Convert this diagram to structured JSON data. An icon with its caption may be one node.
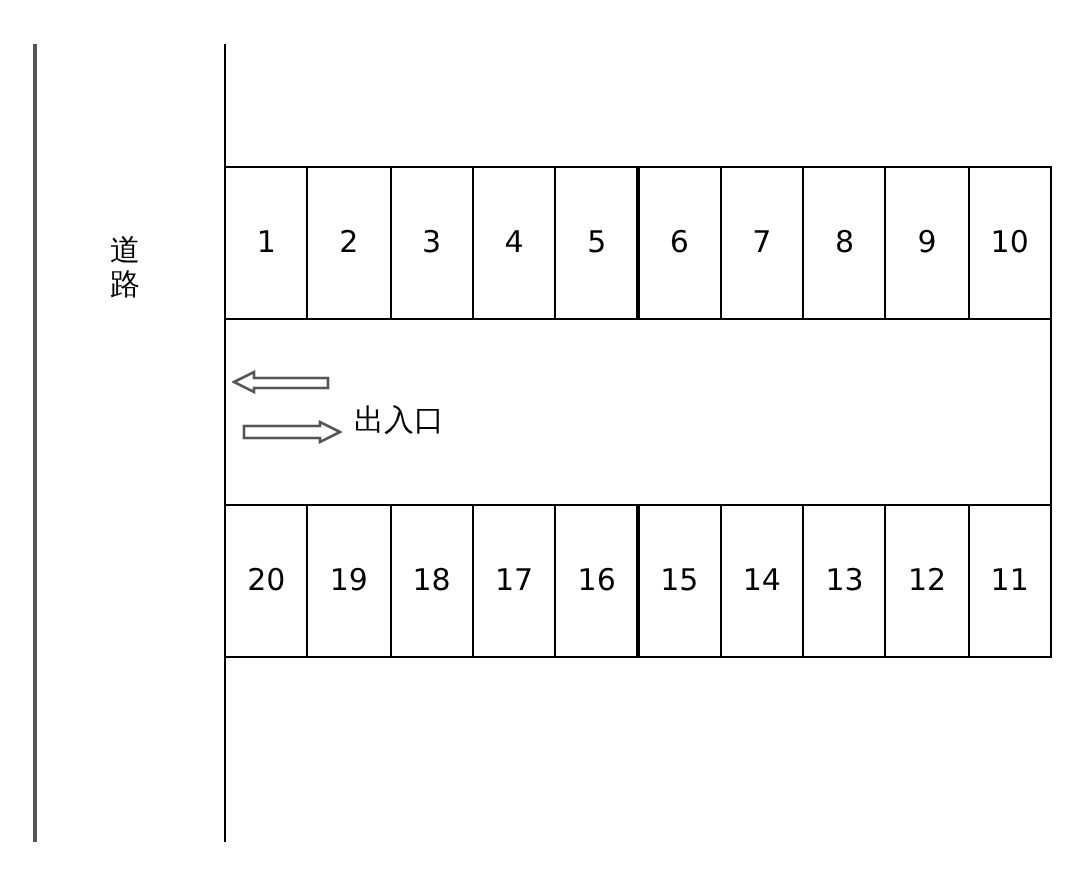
{
  "diagram": {
    "nodes": [
      {
        "text": [
          "1"
        ]
      },
      {
        "text": [
          "2"
        ]
      },
      {
        "text": [
          "3"
        ]
      },
      {
        "text": [
          "4"
        ]
      },
      {
        "text": [
          "5"
        ]
      },
      {
        "text": [
          "6"
        ]
      },
      {
        "text": [
          "7"
        ]
      },
      {
        "text": [
          "8"
        ]
      },
      {
        "text": [
          "9"
        ]
      },
      {
        "text": [
          "10"
        ]
      },
      {
        "text": [
          "出入口"
        ]
      },
      {
        "text": [
          "20"
        ]
      },
      {
        "text": [
          "19"
        ]
      },
      {
        "text": [
          "18"
        ]
      },
      {
        "text": [
          "17"
        ]
      },
      {
        "text": [
          "16"
        ]
      },
      {
        "text": [
          "15"
        ]
      },
      {
        "text": [
          "14"
        ]
      },
      {
        "text": [
          "13"
        ]
      },
      {
        "text": [
          "12"
        ]
      },
      {
        "text": [
          "11"
        ]
      }
    ],
    "labels": [
      "道路"
    ]
  }
}
